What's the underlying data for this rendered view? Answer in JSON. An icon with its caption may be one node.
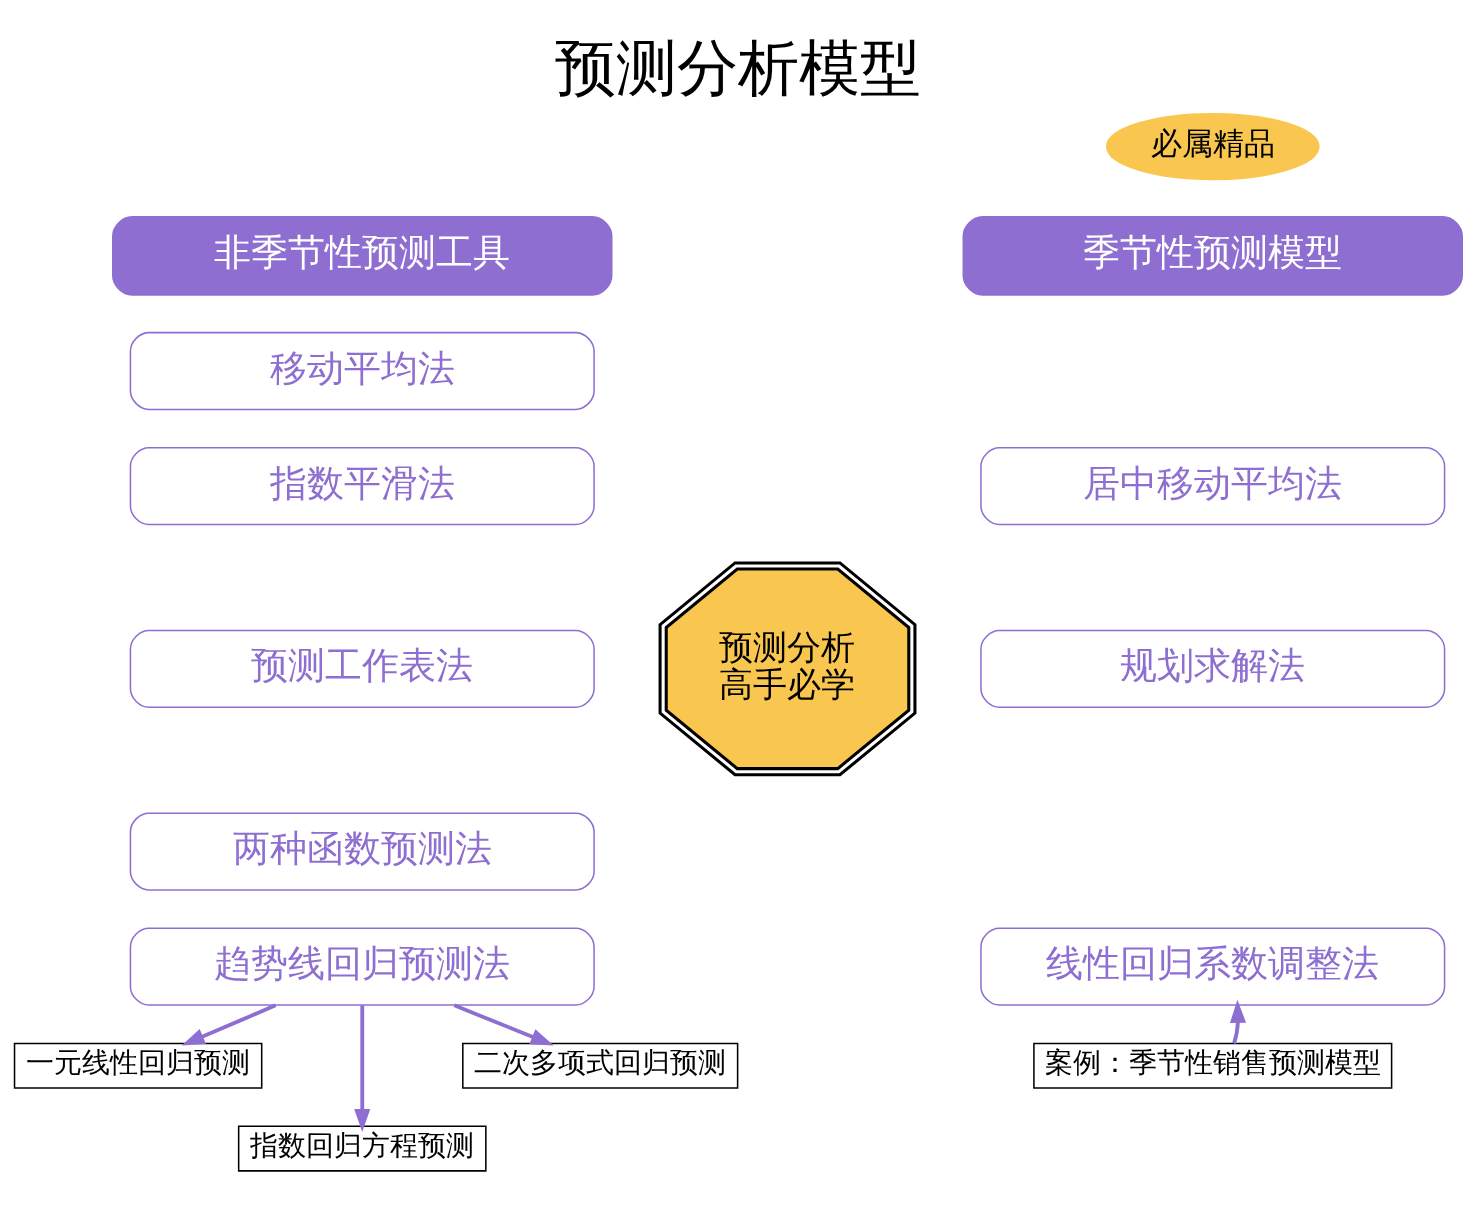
{
  "diagram": {
    "title": "预测分析模型",
    "nodes": [
      {
        "text": [
          "必属精品"
        ]
      },
      {
        "text": [
          "非季节性预测工具"
        ]
      },
      {
        "text": [
          "移动平均法"
        ]
      },
      {
        "text": [
          "指数平滑法"
        ]
      },
      {
        "text": [
          "预测工作表法"
        ]
      },
      {
        "text": [
          "两种函数预测法"
        ]
      },
      {
        "text": [
          "趋势线回归预测法"
        ]
      },
      {
        "text": [
          "预测分析高手必学"
        ]
      },
      {
        "text": [
          "季节性预测模型"
        ]
      },
      {
        "text": [
          "居中移动平均法"
        ]
      },
      {
        "text": [
          "规划求解法"
        ]
      },
      {
        "text": [
          "线性回归系数调整法"
        ]
      },
      {
        "text": [
          "一元线性回归预测"
        ]
      },
      {
        "text": [
          "二次多项式回归预测"
        ]
      },
      {
        "text": [
          "指数回归方程预测"
        ]
      },
      {
        "text": [
          "案例：季节性销售预测模型"
        ]
      }
    ],
    "edges": [
      {
        "from": 6,
        "to": 12,
        "arrow": "to"
      },
      {
        "from": 6,
        "to": 13,
        "arrow": "to"
      },
      {
        "from": 6,
        "to": 14,
        "arrow": "to"
      },
      {
        "from": 15,
        "to": 11,
        "arrow": "to"
      }
    ]
  }
}
